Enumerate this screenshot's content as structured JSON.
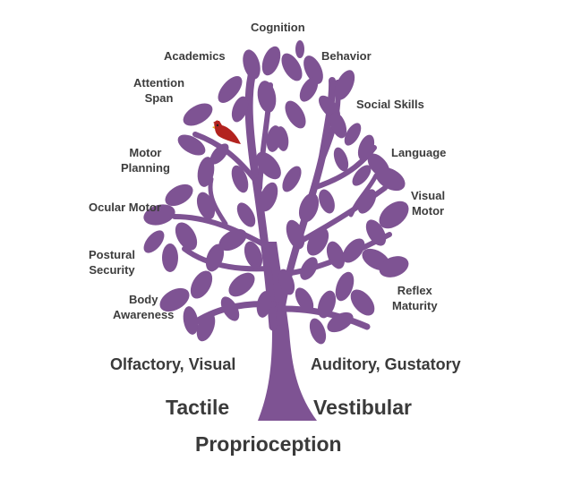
{
  "colors": {
    "tree": "#7e5393",
    "bird": "#b3231f",
    "text": "#3d3d3d"
  },
  "labels": {
    "cognition": "Cognition",
    "academics": "Academics",
    "behavior": "Behavior",
    "attention_span": [
      "Attention",
      "Span"
    ],
    "social_skills": "Social Skills",
    "motor_planning": [
      "Motor",
      "Planning"
    ],
    "language": "Language",
    "ocular_motor": "Ocular Motor",
    "visual_motor": [
      "Visual",
      "Motor"
    ],
    "postural_security": [
      "Postural",
      "Security"
    ],
    "reflex_maturity": [
      "Reflex",
      "Maturity"
    ],
    "body_awareness": [
      "Body",
      "Awareness"
    ]
  },
  "base": {
    "olfactory_visual": "Olfactory, Visual",
    "auditory_gustatory": "Auditory, Gustatory",
    "tactile": "Tactile",
    "vestibular": "Vestibular",
    "proprioception": "Proprioception"
  }
}
